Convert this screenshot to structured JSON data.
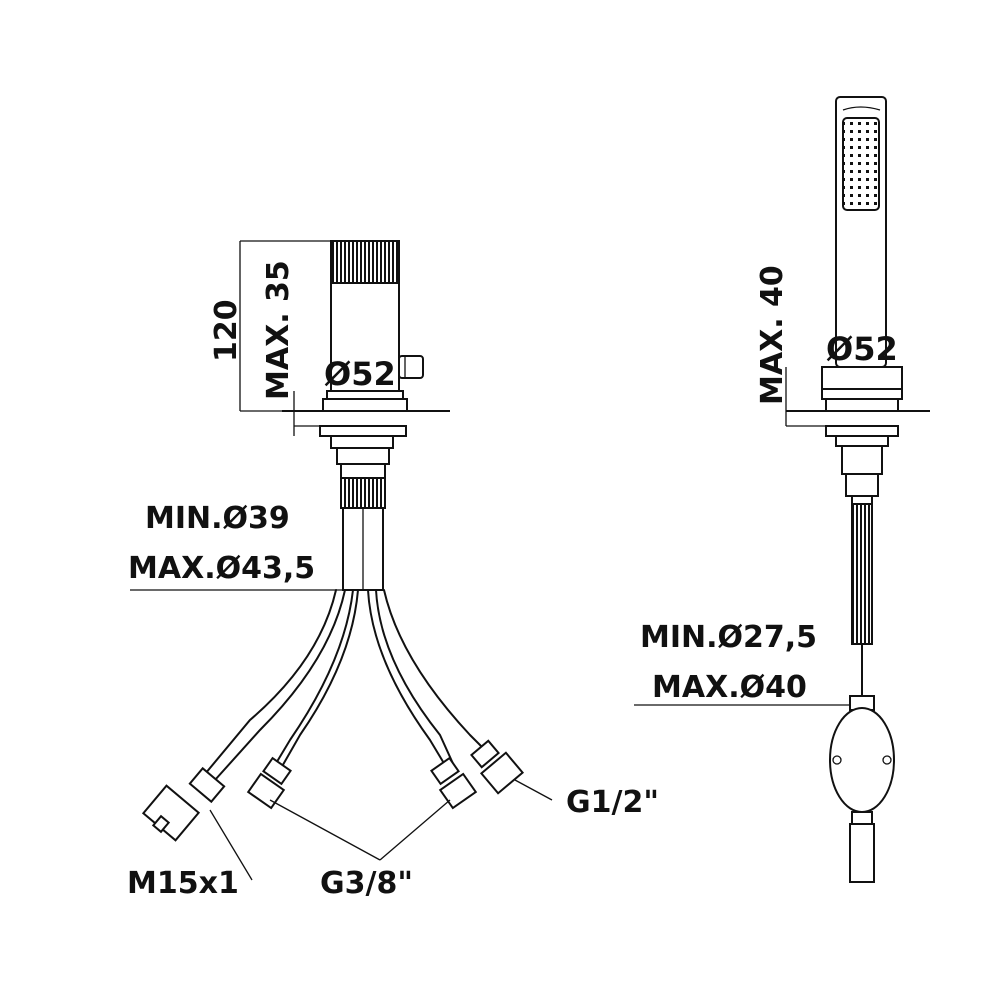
{
  "mixer": {
    "height_dim": "120",
    "max_dim": "MAX. 35",
    "diameter": "Ø52",
    "min_hole": "MIN.Ø39",
    "max_hole": "MAX.Ø43,5"
  },
  "shower": {
    "max_dim": "MAX. 40",
    "diameter": "Ø52",
    "min_hole": "MIN.Ø27,5",
    "max_hole": "MAX.Ø40"
  },
  "connectors": {
    "m15": "M15x1",
    "g38": "G3/8\"",
    "g12": "G1/2\""
  }
}
